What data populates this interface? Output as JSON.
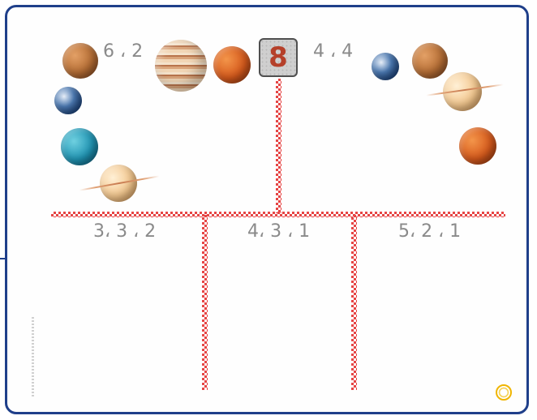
{
  "die": {
    "value": "8"
  },
  "counts": {
    "top_left": "6 ، 2",
    "top_right": "4 ، 4"
  },
  "columns": [
    {
      "label": "3، 3 ، 2"
    },
    {
      "label": "4، 3 ، 1"
    },
    {
      "label": "5، 2 ، 1"
    }
  ],
  "icons": {
    "logo": "circle-logo-icon",
    "die": "dice-icon"
  },
  "colors": {
    "frame": "#1f3f8a",
    "dotted_line": "#e64545",
    "text": "#8a8a8a"
  }
}
